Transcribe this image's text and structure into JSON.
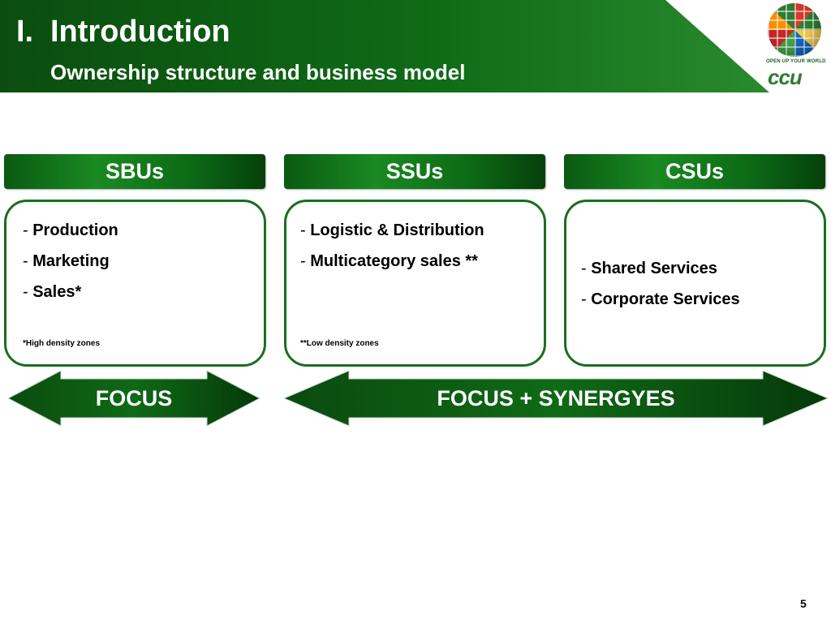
{
  "header": {
    "section_number": "I.",
    "title": "Introduction",
    "subtitle": "Ownership structure and business model"
  },
  "logo": {
    "tagline": "OPEN UP YOUR WORLD",
    "mark": "ccu"
  },
  "columns": [
    {
      "header": "SBUs",
      "items": [
        "Production",
        "Marketing",
        "Sales*"
      ],
      "note": "*High density zones"
    },
    {
      "header": "SSUs",
      "items": [
        "Logistic & Distribution",
        "Multicategory sales **"
      ],
      "note": "**Low density zones"
    },
    {
      "header": "CSUs",
      "items": [
        "Shared Services",
        "Corporate Services"
      ],
      "note": ""
    }
  ],
  "item_prefix": "- ",
  "arrows": [
    {
      "label": "FOCUS"
    },
    {
      "label": "FOCUS + SYNERGYES"
    }
  ],
  "page_number": "5",
  "colors": {
    "dark_green": "#0b4d10",
    "mid_green": "#1a8a22",
    "border_green": "#1b6e1f"
  }
}
